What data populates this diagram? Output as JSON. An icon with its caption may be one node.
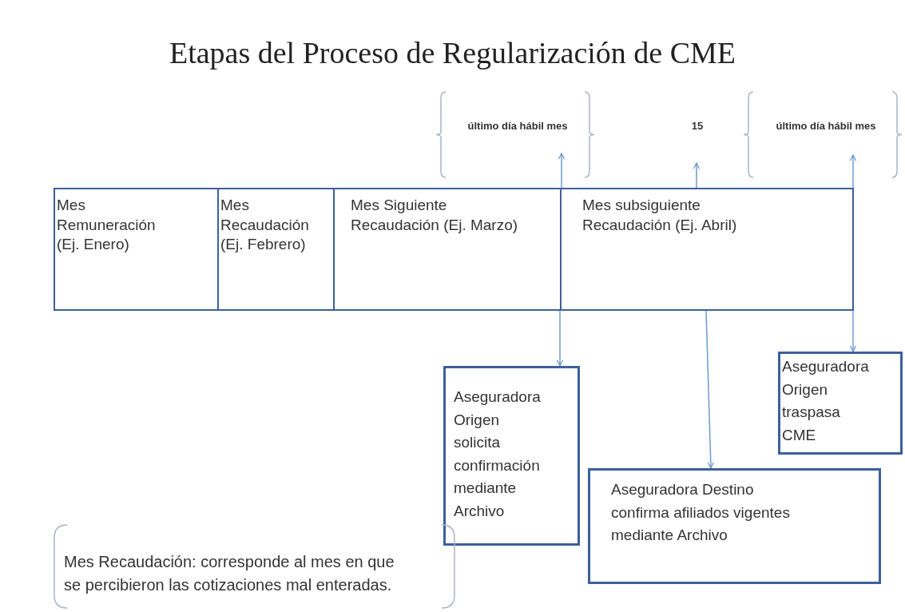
{
  "diagram": {
    "title": "Etapas del Proceso de Regularización de CME",
    "nodes": [
      {
        "text": [
          "Mes Remuneración (Ej. Enero)"
        ]
      },
      {
        "text": [
          "Mes Recaudación (Ej. Febrero)"
        ]
      },
      {
        "text": [
          "Mes Siguiente Recaudación (Ej. Marzo)"
        ]
      },
      {
        "text": [
          "Mes subsiguiente Recaudación (Ej. Abril)"
        ]
      },
      {
        "text": [
          "último día hábil mes"
        ]
      },
      {
        "text": [
          "15"
        ]
      },
      {
        "text": [
          "último día hábil mes"
        ]
      },
      {
        "text": [
          "Aseguradora Origen solicita confirmación mediante Archivo"
        ]
      },
      {
        "text": [
          "Aseguradora Destino confirma afiliados vigentes mediante Archivo"
        ]
      },
      {
        "text": [
          "Aseguradora Origen traspasa CME"
        ]
      },
      {
        "text": [
          "Mes Recaudación: corresponde al mes en que se percibieron las cotizaciones mal enteradas."
        ]
      }
    ],
    "edges": [
      {
        "from": 3,
        "to": 4,
        "arrow": "to"
      },
      {
        "from": 3,
        "to": 5,
        "arrow": "to"
      },
      {
        "from": 3,
        "to": 6,
        "arrow": "to"
      },
      {
        "from": 3,
        "to": 7,
        "arrow": "to"
      },
      {
        "from": 3,
        "to": 8,
        "arrow": "to"
      },
      {
        "from": 3,
        "to": 9,
        "arrow": "to"
      }
    ]
  }
}
